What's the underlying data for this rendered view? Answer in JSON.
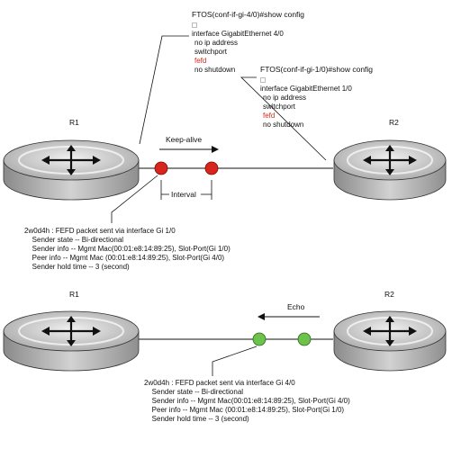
{
  "top": {
    "r1_label": "R1",
    "r2_label": "R2",
    "keepalive_label": "Keep-alive",
    "interval_label": "Interval",
    "config_gi40": {
      "prompt": "FTOS(conf-if-gi-4/0)#show config",
      "lines": [
        "interface GigabitEthernet 4/0",
        " no ip address",
        " switchport",
        " fefd",
        " no shutdown"
      ]
    },
    "config_gi10": {
      "prompt": "FTOS(conf-if-gi-1/0)#show config",
      "lines": [
        "interface GigabitEthernet 1/0",
        " no ip address",
        " switchport",
        " fefd",
        " no shutdown"
      ]
    },
    "log": [
      "2w0d4h : FEFD packet sent via interface Gi 1/0",
      "   Sender state -- Bi-directional",
      "   Sender info -- Mgmt Mac(00:01:e8:14:89:25), Slot-Port(Gi 1/0)",
      "   Peer info -- Mgmt Mac (00:01:e8:14:89:25), Slot-Port(Gi 4/0)",
      "   Sender hold time -- 3 (second)"
    ]
  },
  "bottom": {
    "r1_label": "R1",
    "r2_label": "R2",
    "echo_label": "Echo",
    "log": [
      "2w0d4h : FEFD packet sent via interface Gi 4/0",
      "   Sender state -- Bi-directional",
      "   Sender info -- Mgmt Mac(00:01:e8:14:89:25), Slot-Port(Gi 4/0)",
      "   Peer info -- Mgmt Mac (00:01:e8:14:89:25), Slot-Port(Gi 1/0)",
      "   Sender hold time -- 3 (second)"
    ]
  },
  "colors": {
    "keepalive_dot": "#d9261c",
    "echo_dot": "#6cc24a",
    "fefd_text": "#d9261c"
  }
}
